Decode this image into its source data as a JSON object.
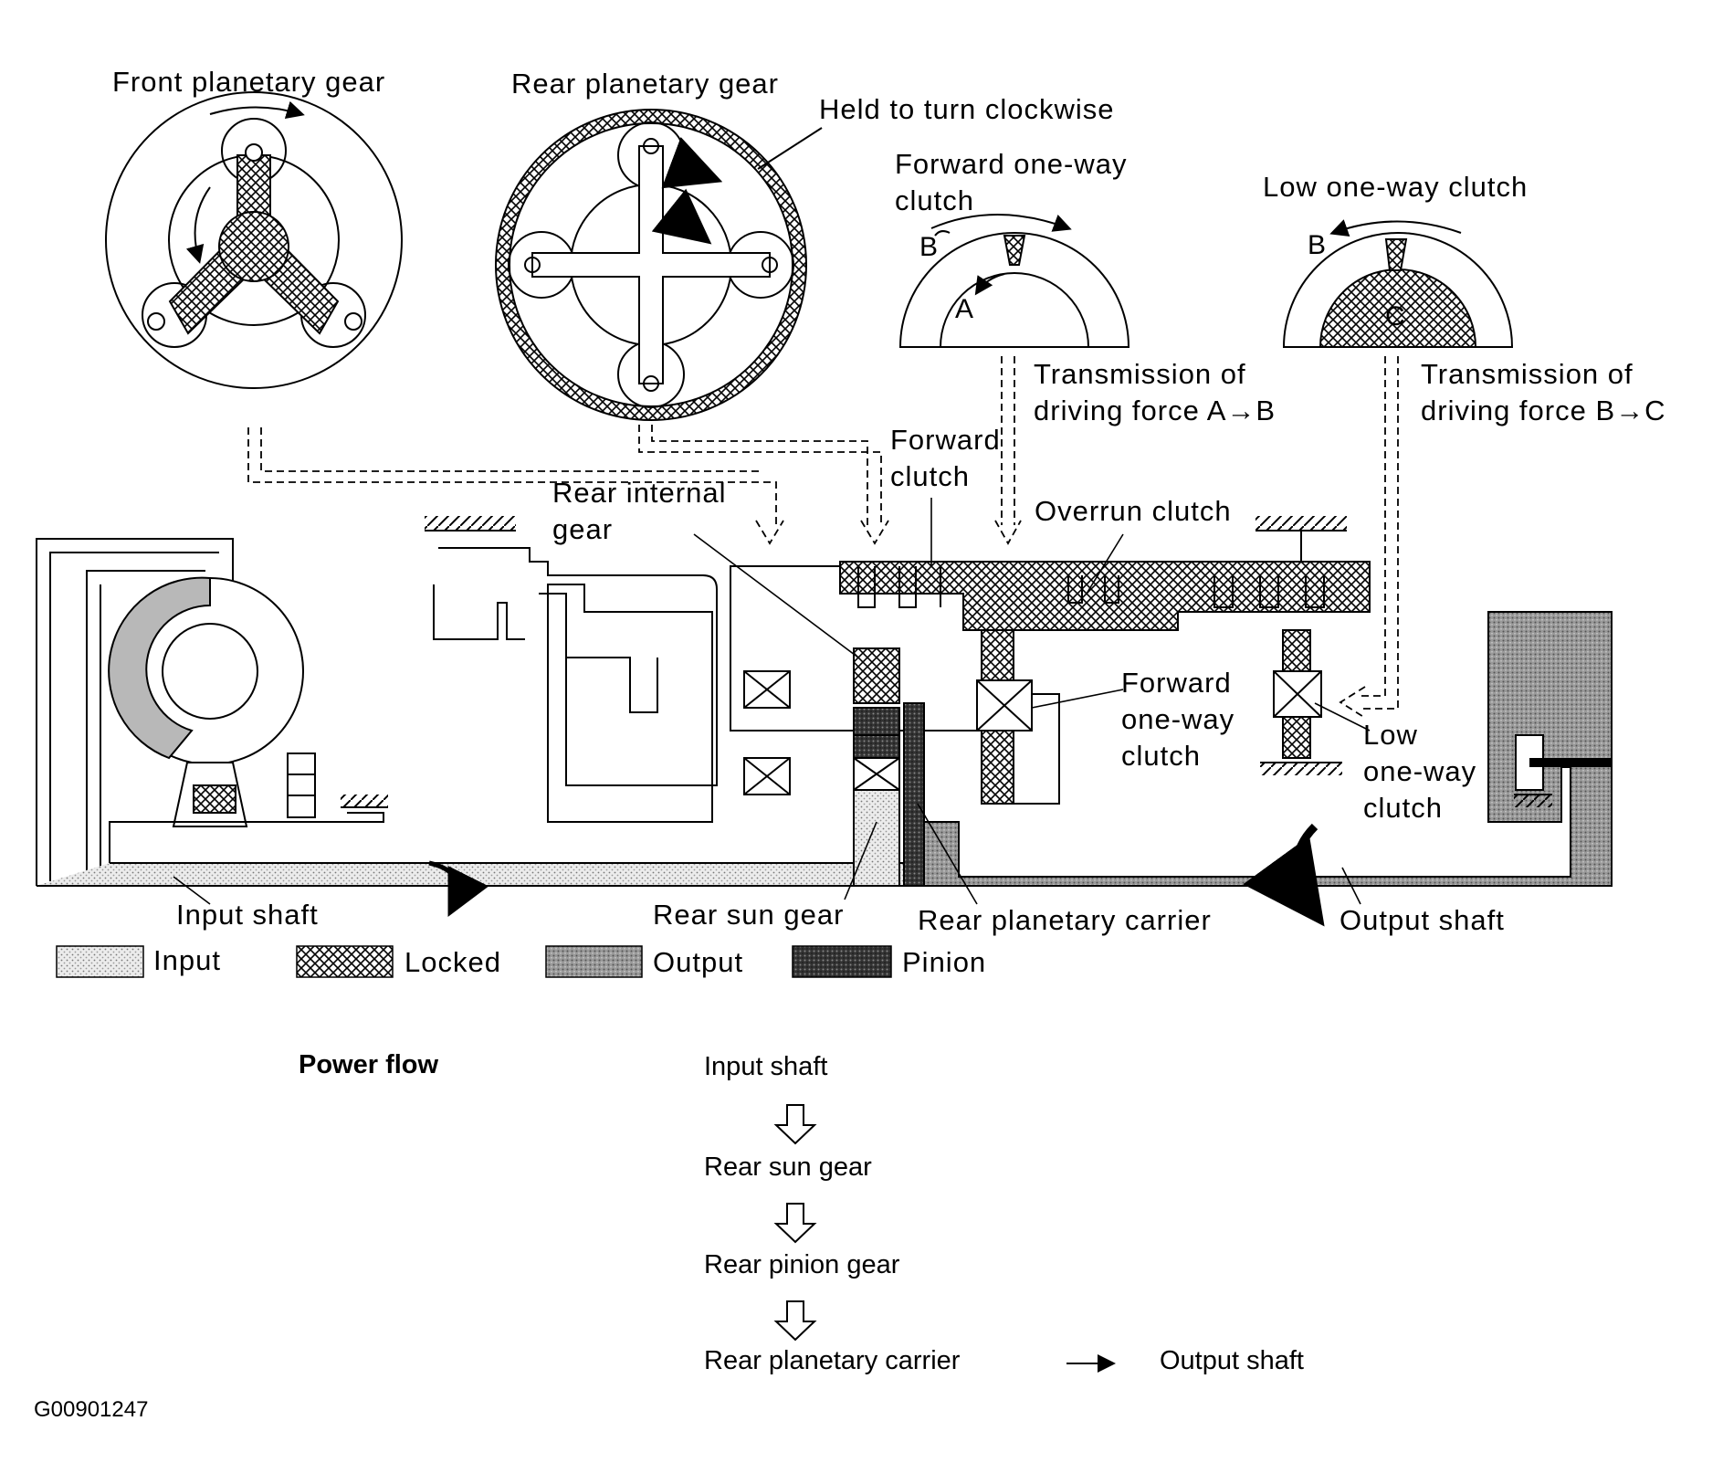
{
  "labels": {
    "front_planetary_gear": "Front planetary gear",
    "rear_planetary_gear": "Rear planetary gear",
    "held_clockwise": "Held to turn clockwise",
    "forward_oneway_top": "Forward one-way clutch",
    "low_oneway_top": "Low one-way clutch",
    "transmission_ab_line1": "Transmission of",
    "transmission_ab_line2": "driving force A→B",
    "transmission_bc_line1": "Transmission of",
    "transmission_bc_line2": "driving force B→C",
    "forward_clutch_line1": "Forward",
    "forward_clutch_line2": "clutch",
    "rear_internal_gear_line1": "Rear internal",
    "rear_internal_gear_line2": "gear",
    "overrun_clutch": "Overrun clutch",
    "forward_oneway_mid_1": "Forward",
    "forward_oneway_mid_2": "one-way",
    "forward_oneway_mid_3": "clutch",
    "low_oneway_mid_1": "Low",
    "low_oneway_mid_2": "one-way",
    "low_oneway_mid_3": "clutch",
    "input_shaft": "Input shaft",
    "rear_sun_gear": "Rear sun gear",
    "rear_planetary_carrier": "Rear planetary carrier",
    "output_shaft": "Output shaft",
    "letter_a": "A",
    "letter_b1": "B",
    "letter_b2": "B",
    "letter_c": "C"
  },
  "legend": [
    {
      "label": "Input",
      "pattern": "dotted-light"
    },
    {
      "label": "Locked",
      "pattern": "crosshatch"
    },
    {
      "label": "Output",
      "pattern": "dotted-medium"
    },
    {
      "label": "Pinion",
      "pattern": "dotted-dark"
    }
  ],
  "power_flow": {
    "title": "Power flow",
    "steps": [
      "Input shaft",
      "Rear sun gear",
      "Rear pinion gear",
      "Rear planetary carrier"
    ],
    "final": "Output shaft"
  },
  "figure_id": "G00901247"
}
